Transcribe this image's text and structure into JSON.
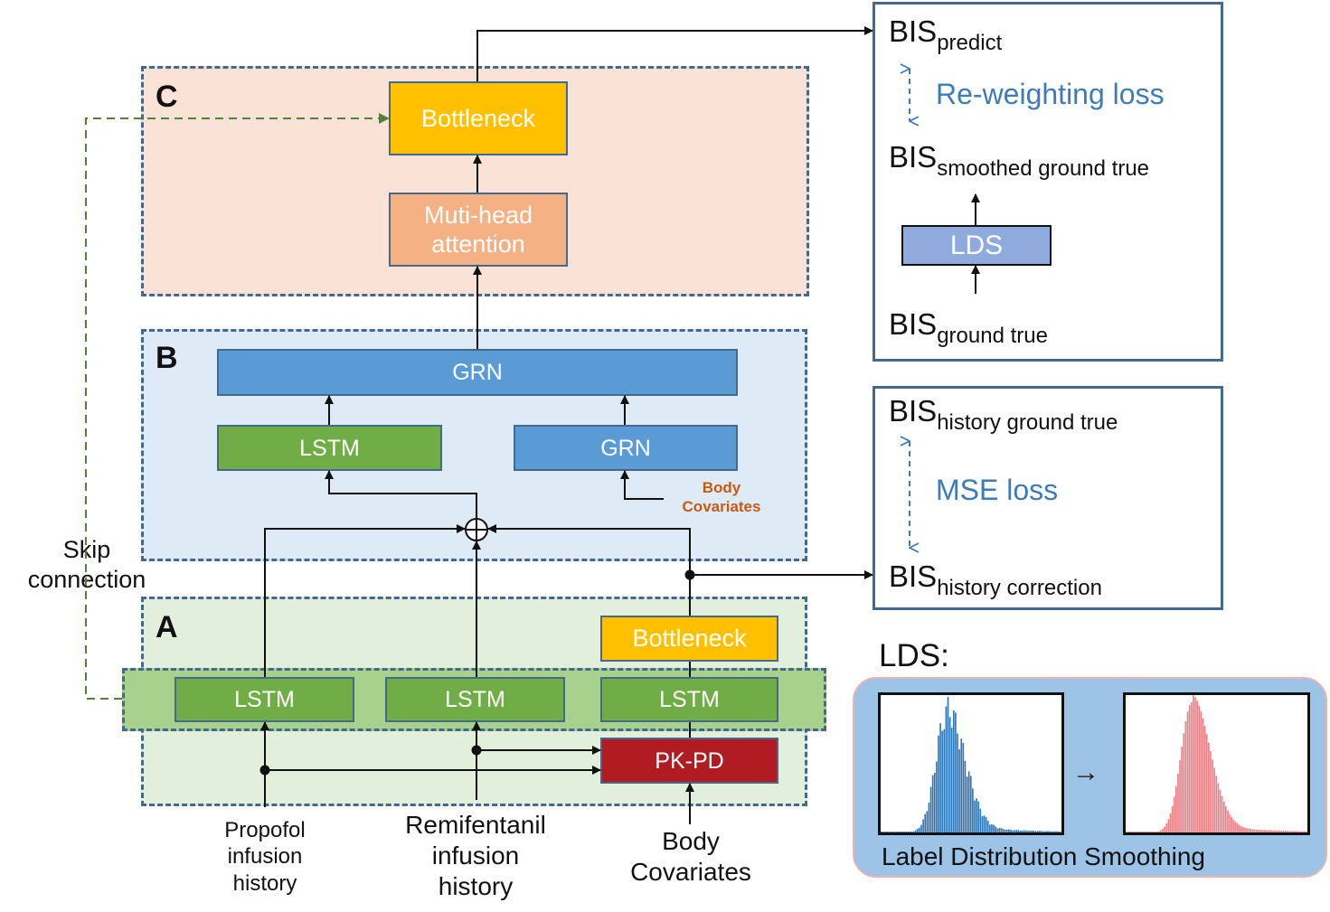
{
  "colors": {
    "region_c": "#fae3d6",
    "region_b": "#deebf7",
    "region_a": "#e2efda",
    "dashed_border": "#44698f",
    "bottleneck": "#ffc000",
    "attention": "#f4b183",
    "grn": "#5b9bd5",
    "lstm": "#70ad47",
    "pkpd": "#b01c22",
    "lds_box": "#8faadc",
    "skip_line": "#548235",
    "loss_text": "#3e7cb8",
    "histogram_blue": "#2e75b6",
    "histogram_red": "#ec7e84",
    "lds_panel_bg": "#9dc3e6"
  },
  "regions": {
    "c": {
      "letter": "C"
    },
    "b": {
      "letter": "B"
    },
    "a": {
      "letter": "A"
    }
  },
  "module_c": {
    "bottleneck": "Bottleneck",
    "attention_line1": "Muti-head",
    "attention_line2": "attention"
  },
  "module_b": {
    "grn_top": "GRN",
    "lstm": "LSTM",
    "grn_small": "GRN",
    "body_cov_line1": "Body",
    "body_cov_line2": "Covariates"
  },
  "module_a": {
    "bottleneck": "Bottleneck",
    "lstm_1": "LSTM",
    "lstm_2": "LSTM",
    "lstm_3": "LSTM",
    "pkpd": "PK-PD"
  },
  "skip": {
    "line1": "Skip",
    "line2": "connection"
  },
  "inputs": {
    "propofol": [
      "Propofol",
      "infusion",
      "history"
    ],
    "remifentanil": [
      "Remifentanil",
      "infusion",
      "history"
    ],
    "body": [
      "Body",
      "Covariates"
    ]
  },
  "panel_top": {
    "bis": "BIS",
    "predict_sub": "predict",
    "reweight_loss": "Re-weighting loss",
    "smoothed_sub": "smoothed ground true",
    "lds": "LDS",
    "ground_sub": "ground true"
  },
  "panel_mid": {
    "bis": "BIS",
    "history_gt_sub": "history ground true",
    "mse_loss": "MSE loss",
    "history_corr_sub": "history correction"
  },
  "lds_section": {
    "heading": "LDS:",
    "caption": "Label Distribution Smoothing",
    "arrow": "→"
  }
}
